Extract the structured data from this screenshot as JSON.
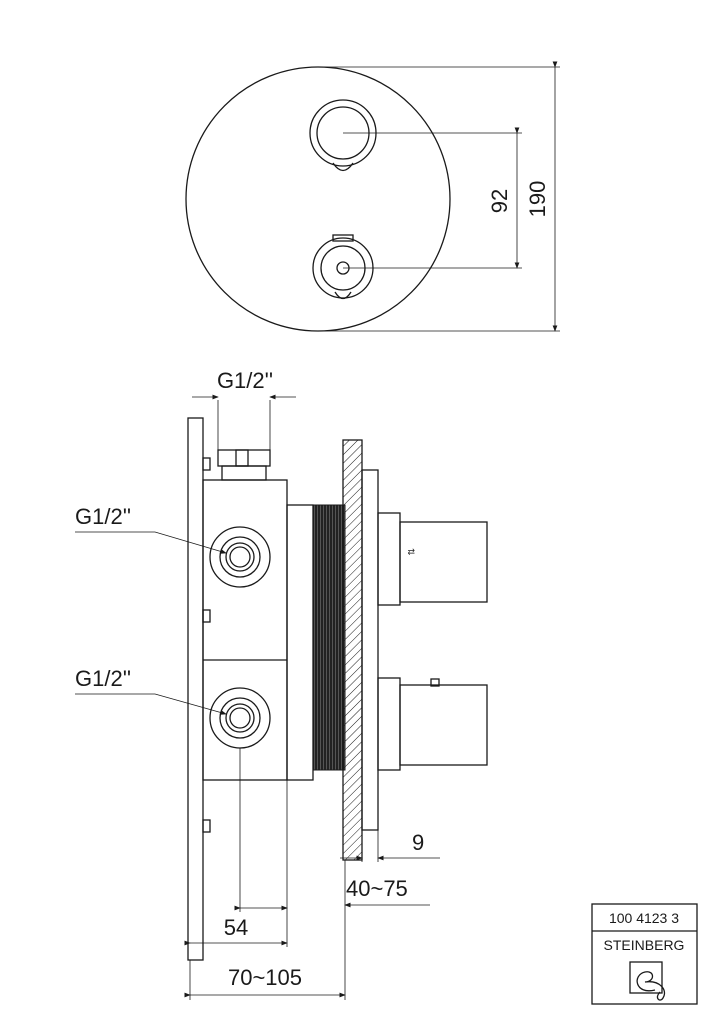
{
  "labels": {
    "top_connection": "G1/2''",
    "upper_connection": "G1/2''",
    "lower_connection": "G1/2''",
    "dim_spacing": "92",
    "dim_diameter": "190",
    "dim_plate": "9",
    "dim_wall": "40~75",
    "dim_port": "54",
    "dim_depth": "70~105"
  },
  "title_block": {
    "article_number": "100 4123 3",
    "brand": "STEINBERG"
  },
  "colors": {
    "line": "#1a1a1a",
    "background": "#ffffff"
  }
}
